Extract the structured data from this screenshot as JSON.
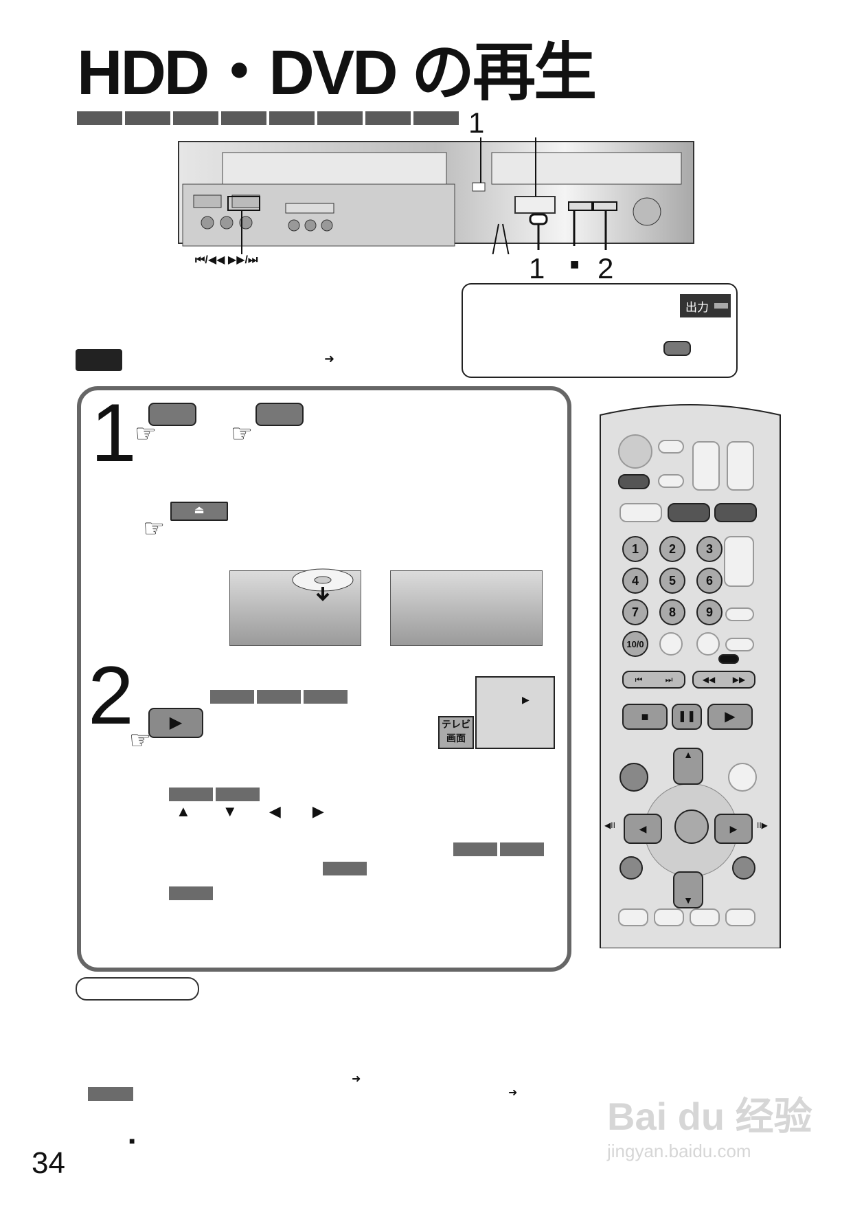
{
  "page": {
    "title": "HDD・DVD の再生",
    "page_number": "34"
  },
  "front_panel": {
    "callout_1_top": "1",
    "callout_1_bottom": "1",
    "callout_2": "2",
    "stop_mark": "■",
    "skip_label": "⏮/◀◀  ▶▶/⏭",
    "output_label": "出力"
  },
  "steps": {
    "step1": "1",
    "step2": "2",
    "arrow_keys": [
      "▲",
      "▼",
      "◀",
      "▶"
    ],
    "tv_badge": "テレビ 画面",
    "play_mark": "▶"
  },
  "reference_arrow": "➜",
  "remote": {
    "numbers": [
      "1",
      "2",
      "3",
      "4",
      "5",
      "6",
      "7",
      "8",
      "9",
      "10/0"
    ],
    "transport": [
      "■",
      "❚❚",
      "▶"
    ],
    "skip": [
      "⏮",
      "⏭",
      "◀◀",
      "▶▶"
    ],
    "nav": [
      "▲",
      "◀",
      "▶",
      "▼"
    ],
    "slow_left": "◀II",
    "slow_right": "II▶"
  },
  "footer_stop_mark": "■",
  "watermark": {
    "brand": "Bai du 经验",
    "url": "jingyan.baidu.com"
  }
}
